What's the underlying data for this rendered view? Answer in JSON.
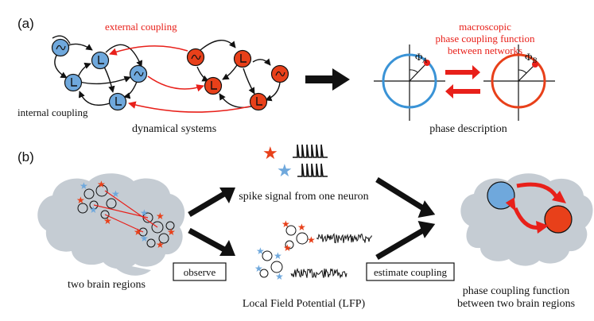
{
  "panel_a": {
    "label": "(a)",
    "external_coupling": "external coupling",
    "internal_coupling": "internal coupling",
    "dynamical_systems": "dynamical systems",
    "phase_function_line1": "macroscopic",
    "phase_function_line2": "phase coupling function",
    "phase_function_line3": "between networks",
    "phi_a": "Φ",
    "phi_a_sub": "A",
    "phi_b": "Φ",
    "phi_b_sub": "B",
    "phase_description": "phase description"
  },
  "panel_b": {
    "label": "(b)",
    "two_brain_regions": "two brain regions",
    "observe": "observe",
    "spike_signal": "spike signal from one neuron",
    "lfp": "Local Field Potential (LFP)",
    "estimate_coupling": "estimate coupling",
    "result_line1": "phase coupling function",
    "result_line2": "between two brain regions"
  },
  "colors": {
    "blue": "#6fa8dc",
    "red": "#e8401a",
    "accent_red": "#e8201a",
    "brain_gray": "#c5ccd3"
  }
}
